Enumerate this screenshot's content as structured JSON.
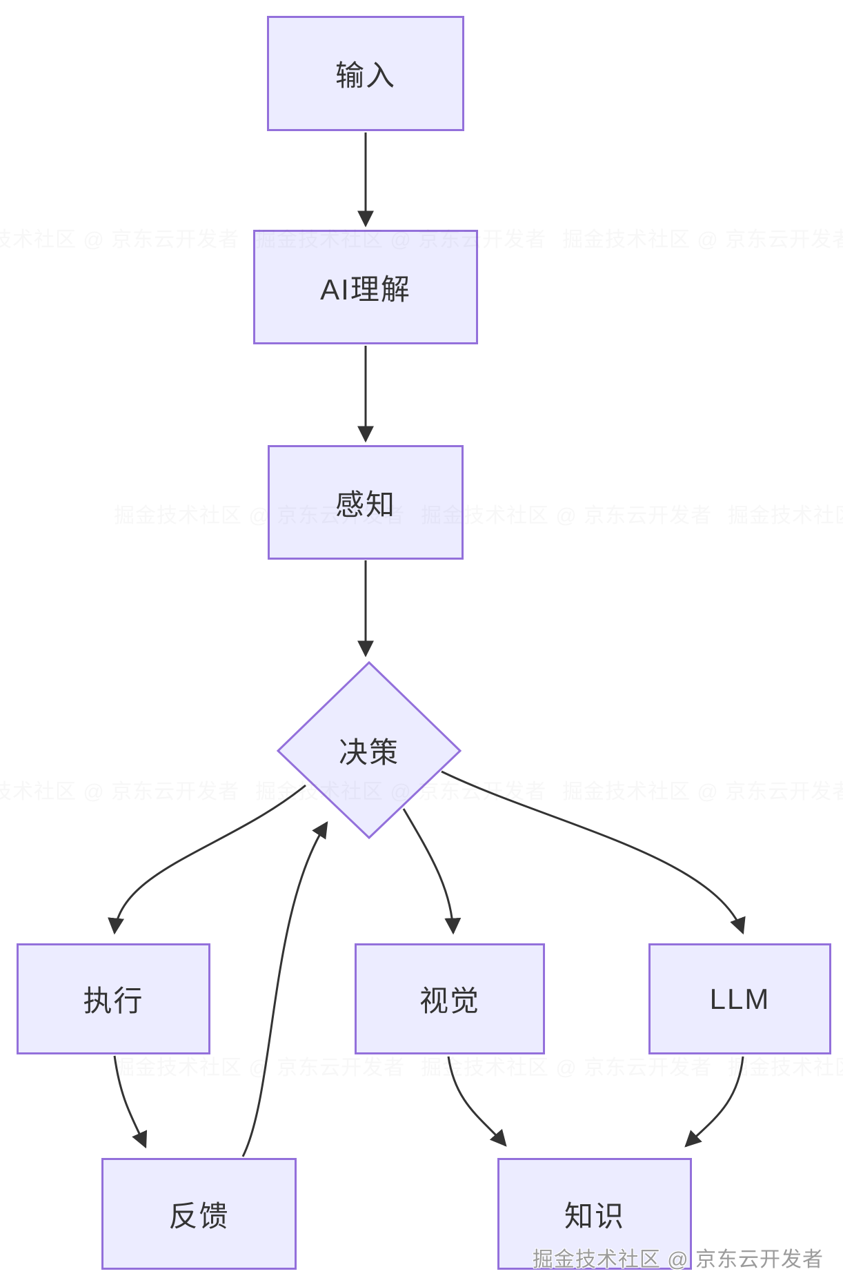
{
  "diagram": {
    "type": "flowchart",
    "direction": "top-down",
    "nodes": {
      "input": {
        "label": "输入",
        "shape": "rect"
      },
      "ai": {
        "label": "AI理解",
        "shape": "rect"
      },
      "perception": {
        "label": "感知",
        "shape": "rect"
      },
      "decision": {
        "label": "决策",
        "shape": "diamond"
      },
      "execution": {
        "label": "执行",
        "shape": "rect"
      },
      "vision": {
        "label": "视觉",
        "shape": "rect"
      },
      "llm": {
        "label": "LLM",
        "shape": "rect"
      },
      "feedback": {
        "label": "反馈",
        "shape": "rect"
      },
      "knowledge": {
        "label": "知识",
        "shape": "rect"
      }
    },
    "edges": [
      {
        "from": "input",
        "to": "ai"
      },
      {
        "from": "ai",
        "to": "perception"
      },
      {
        "from": "perception",
        "to": "decision"
      },
      {
        "from": "decision",
        "to": "execution"
      },
      {
        "from": "decision",
        "to": "vision"
      },
      {
        "from": "decision",
        "to": "llm"
      },
      {
        "from": "execution",
        "to": "feedback"
      },
      {
        "from": "feedback",
        "to": "decision"
      },
      {
        "from": "vision",
        "to": "knowledge"
      },
      {
        "from": "llm",
        "to": "knowledge"
      }
    ]
  },
  "watermark": {
    "text": "掘金技术社区 @ 京东云开发者"
  },
  "colors": {
    "node_fill": "#ECECFF",
    "node_border": "#9370DB",
    "edge": "#333333",
    "text": "#333333",
    "background": "#FFFFFF"
  }
}
